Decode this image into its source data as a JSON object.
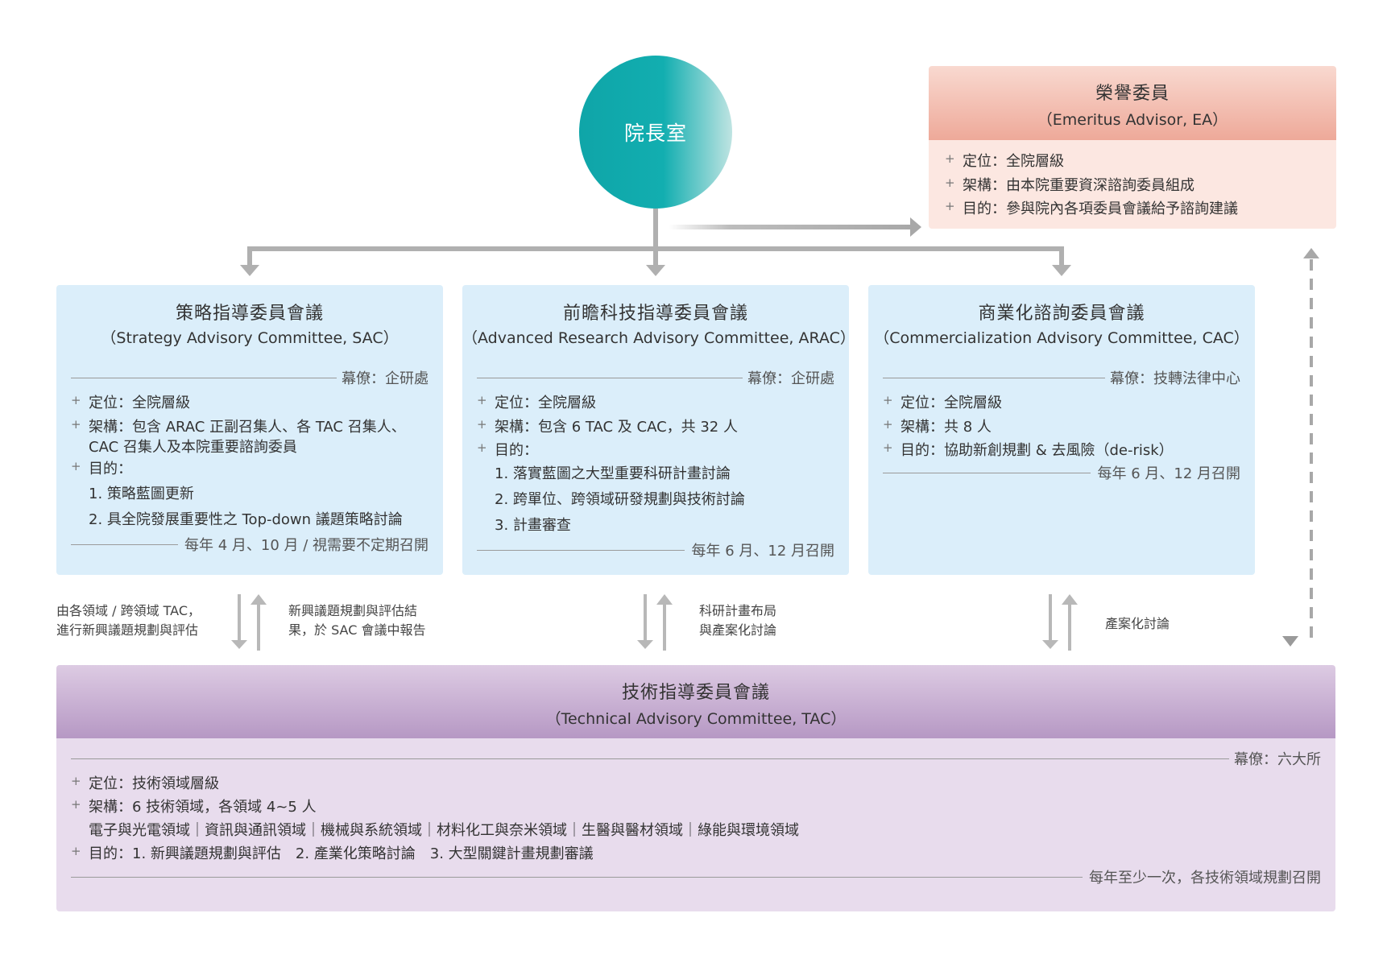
{
  "president": {
    "label": "院長室"
  },
  "emeritus": {
    "title": "榮譽委員",
    "subtitle": "（Emeritus Advisor, EA）",
    "items": [
      "定位：全院層級",
      "架構：由本院重要資深諮詢委員組成",
      "目的：參與院內各項委員會議給予諮詢建議"
    ]
  },
  "sac": {
    "title": "策略指導委員會議",
    "subtitle": "（Strategy Advisory Committee, SAC）",
    "staff": "幕僚：企研處",
    "pos": "定位：全院層級",
    "struct_1": "架構：包含 ARAC 正副召集人、各 TAC 召集人、",
    "struct_2": "CAC 召集人及本院重要諮詢委員",
    "purpose": "目的：",
    "purpose_items": [
      "1. 策略藍圖更新",
      "2. 具全院發展重要性之 Top-down 議題策略討論"
    ],
    "schedule": "每年 4 月、10 月 / 視需要不定期召開"
  },
  "arac": {
    "title": "前瞻科技指導委員會議",
    "subtitle": "（Advanced Research Advisory Committee, ARAC）",
    "staff": "幕僚：企研處",
    "pos": "定位：全院層級",
    "struct": "架構：包含 6 TAC 及 CAC，共 32 人",
    "purpose": "目的：",
    "purpose_items": [
      "1. 落實藍圖之大型重要科研計畫討論",
      "2. 跨單位、跨領域研發規劃與技術討論",
      "3. 計畫審查"
    ],
    "schedule": "每年 6 月、12 月召開"
  },
  "cac": {
    "title": "商業化諮詢委員會議",
    "subtitle": "（Commercialization Advisory Committee, CAC）",
    "staff": "幕僚：技轉法律中心",
    "pos": "定位：全院層級",
    "struct": "架構：共 8 人",
    "purpose": "目的：協助新創規劃 & 去風險（de-risk）",
    "schedule": "每年 6 月、12 月召開"
  },
  "tac": {
    "title": "技術指導委員會議",
    "subtitle": "（Technical Advisory Committee, TAC）",
    "staff": "幕僚：六大所",
    "pos": "定位：技術領域層級",
    "struct": "架構：6 技術領域，各領域 4~5 人",
    "fields": "電子與光電領域｜資訊與通訊領域｜機械與系統領域｜材料化工與奈米領域｜生醫與醫材領域｜綠能與環境領域",
    "purpose": "目的：1. 新興議題規劃與評估　2. 產業化策略討論　3. 大型關鍵計畫規劃審議",
    "schedule": "每年至少一次，各技術領域規劃召開"
  },
  "links": {
    "sac_left_1": "由各領域 / 跨領域 TAC，",
    "sac_left_2": "進行新興議題規劃與評估",
    "sac_right_1": "新興議題規劃與評估結",
    "sac_right_2": "果，於 SAC 會議中報告",
    "arac_1": "科研計畫布局",
    "arac_2": "與產案化討論",
    "cac": "產案化討論"
  },
  "colors": {
    "teal": "#12aeb0",
    "box_blue": "#dbeefa",
    "ea_head": "#eea999",
    "ea_body": "#fce7e1",
    "tac_head": "#b698c4",
    "tac_body": "#e8dced",
    "arrow_gray": "#b0b0b0"
  }
}
